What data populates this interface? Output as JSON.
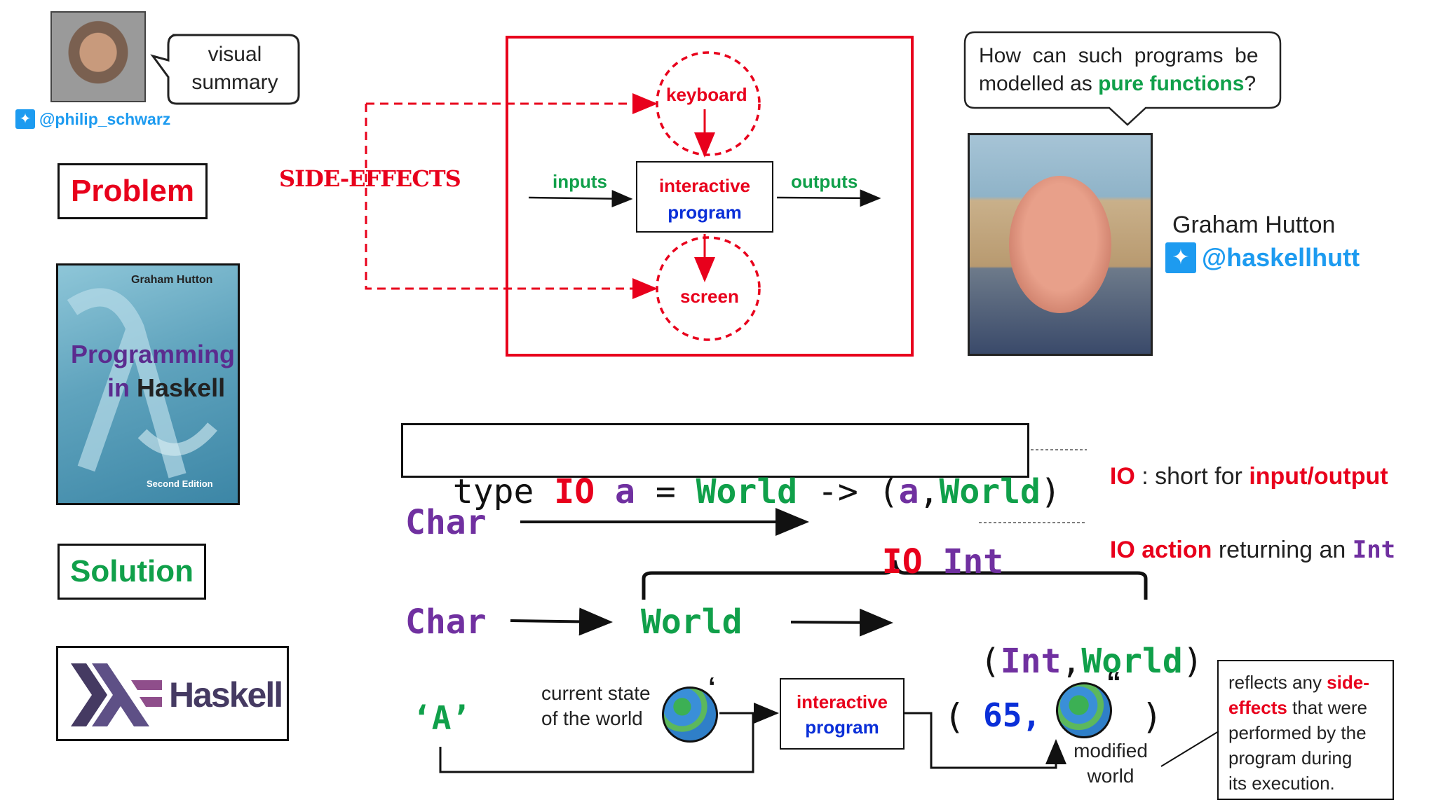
{
  "author": {
    "speech": [
      "visual",
      "summary"
    ],
    "handle": "@philip_schwarz"
  },
  "labels": {
    "problem": "Problem",
    "solution": "Solution",
    "side_effects": "SIDE-EFFECTS"
  },
  "book": {
    "author": "Graham Hutton",
    "title_line1": "Programming",
    "title_in": "in",
    "title_haskell": "Haskell",
    "edition": "Second Edition"
  },
  "haskell_logo": {
    "text": "Haskell"
  },
  "diagram": {
    "keyboard": "keyboard",
    "screen": "screen",
    "inputs": "inputs",
    "outputs": "outputs",
    "program_line1": "interactive",
    "program_line2": "program"
  },
  "question": {
    "line1": "How  can  such  programs  be",
    "line2_prefix": "modelled as ",
    "line2_highlight": "pure functions",
    "line2_suffix": "?"
  },
  "hutton": {
    "name": "Graham Hutton",
    "handle": "@haskellhutt"
  },
  "type_def": {
    "kw_type": "type",
    "io": "IO",
    "a": "a",
    "eq": "=",
    "world": "World",
    "arrow": "->",
    "lparen": "(",
    "a2": "a",
    "comma": ",",
    "world2": "World",
    "rparen": ")"
  },
  "notes": {
    "io_label": "IO",
    "io_sep": " : short for ",
    "io_full": "input/output",
    "action_io": "IO action",
    "action_mid": " returning an ",
    "action_int": "Int"
  },
  "row1": {
    "char": "Char",
    "io": "IO",
    "int": "Int"
  },
  "row2": {
    "char": "Char",
    "world": "World",
    "lparen": "(",
    "int": "Int",
    "comma": ",",
    "rparen": ")"
  },
  "row2b": {
    "world_result": "World"
  },
  "row3": {
    "a_char": "‘A’",
    "state_line1": "current state",
    "state_line2": "of the world",
    "prog_line1": "interactive",
    "prog_line2": "program",
    "lparen": "(",
    "num": "65,",
    "rparen": ")",
    "quote1": "‘",
    "quote2": "“",
    "modified_line1": "modified",
    "modified_line2": "world"
  },
  "reflect_note": {
    "l1_prefix": "reflects any ",
    "l1_hl": "side-",
    "l2_hl": "effects",
    "l2_suffix": " that were",
    "l3": "performed by the",
    "l4": "program during",
    "l5": "its execution."
  },
  "colors": {
    "red": "#e8001c",
    "green": "#10a04a",
    "purple": "#7030a0",
    "blue": "#0a2fd8",
    "twitter": "#1d9bf0"
  }
}
